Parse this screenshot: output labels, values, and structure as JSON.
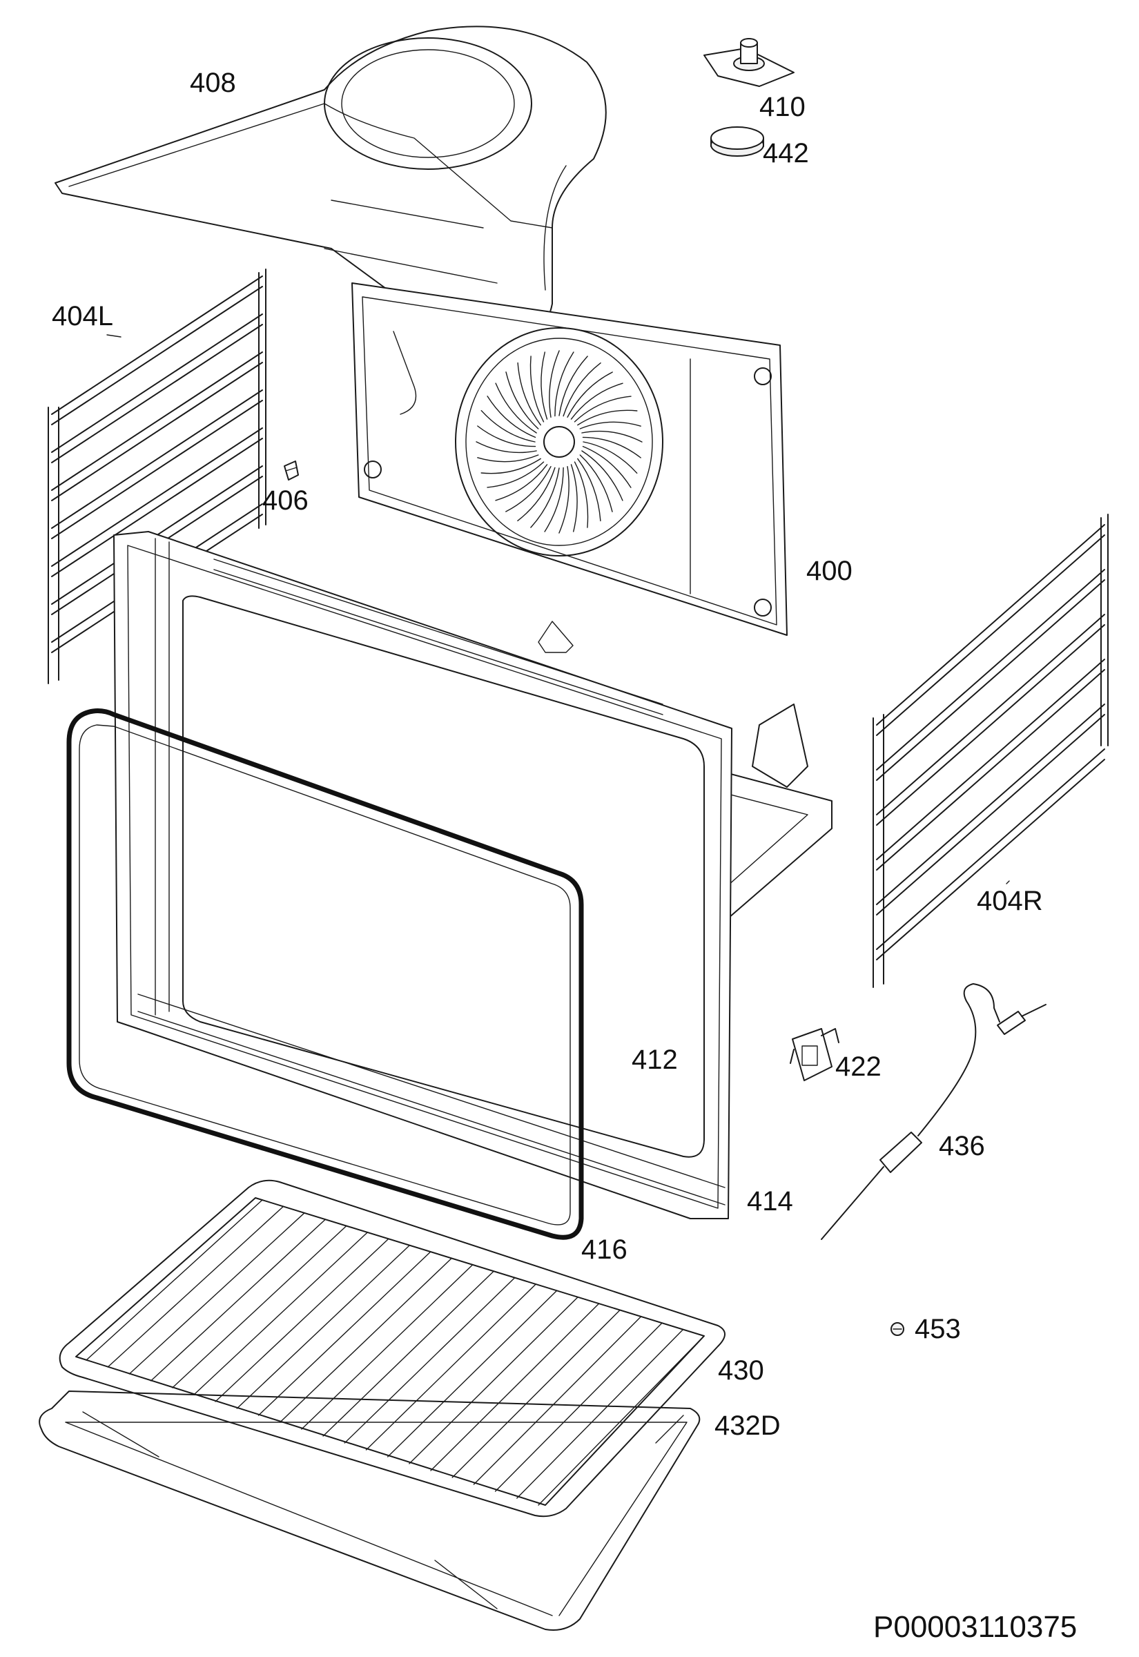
{
  "diagram": {
    "reference_code": "P00003110375",
    "parts": [
      {
        "id": "408",
        "icon": "fan-cover-icon"
      },
      {
        "id": "410",
        "icon": "motor-bracket-icon"
      },
      {
        "id": "442",
        "icon": "washer-icon"
      },
      {
        "id": "404L",
        "icon": "shelf-support-icon"
      },
      {
        "id": "406",
        "icon": "clip-icon"
      },
      {
        "id": "400",
        "icon": "back-panel-icon"
      },
      {
        "id": "412",
        "icon": "cavity-frame-icon"
      },
      {
        "id": "404R",
        "icon": "shelf-support-icon"
      },
      {
        "id": "422",
        "icon": "connector-icon"
      },
      {
        "id": "436",
        "icon": "temperature-probe-icon"
      },
      {
        "id": "414",
        "icon": "front-frame-icon"
      },
      {
        "id": "416",
        "icon": "door-seal-icon"
      },
      {
        "id": "453",
        "icon": "screw-icon"
      },
      {
        "id": "430",
        "icon": "wire-grid-icon"
      },
      {
        "id": "432D",
        "icon": "drip-tray-icon"
      }
    ]
  }
}
